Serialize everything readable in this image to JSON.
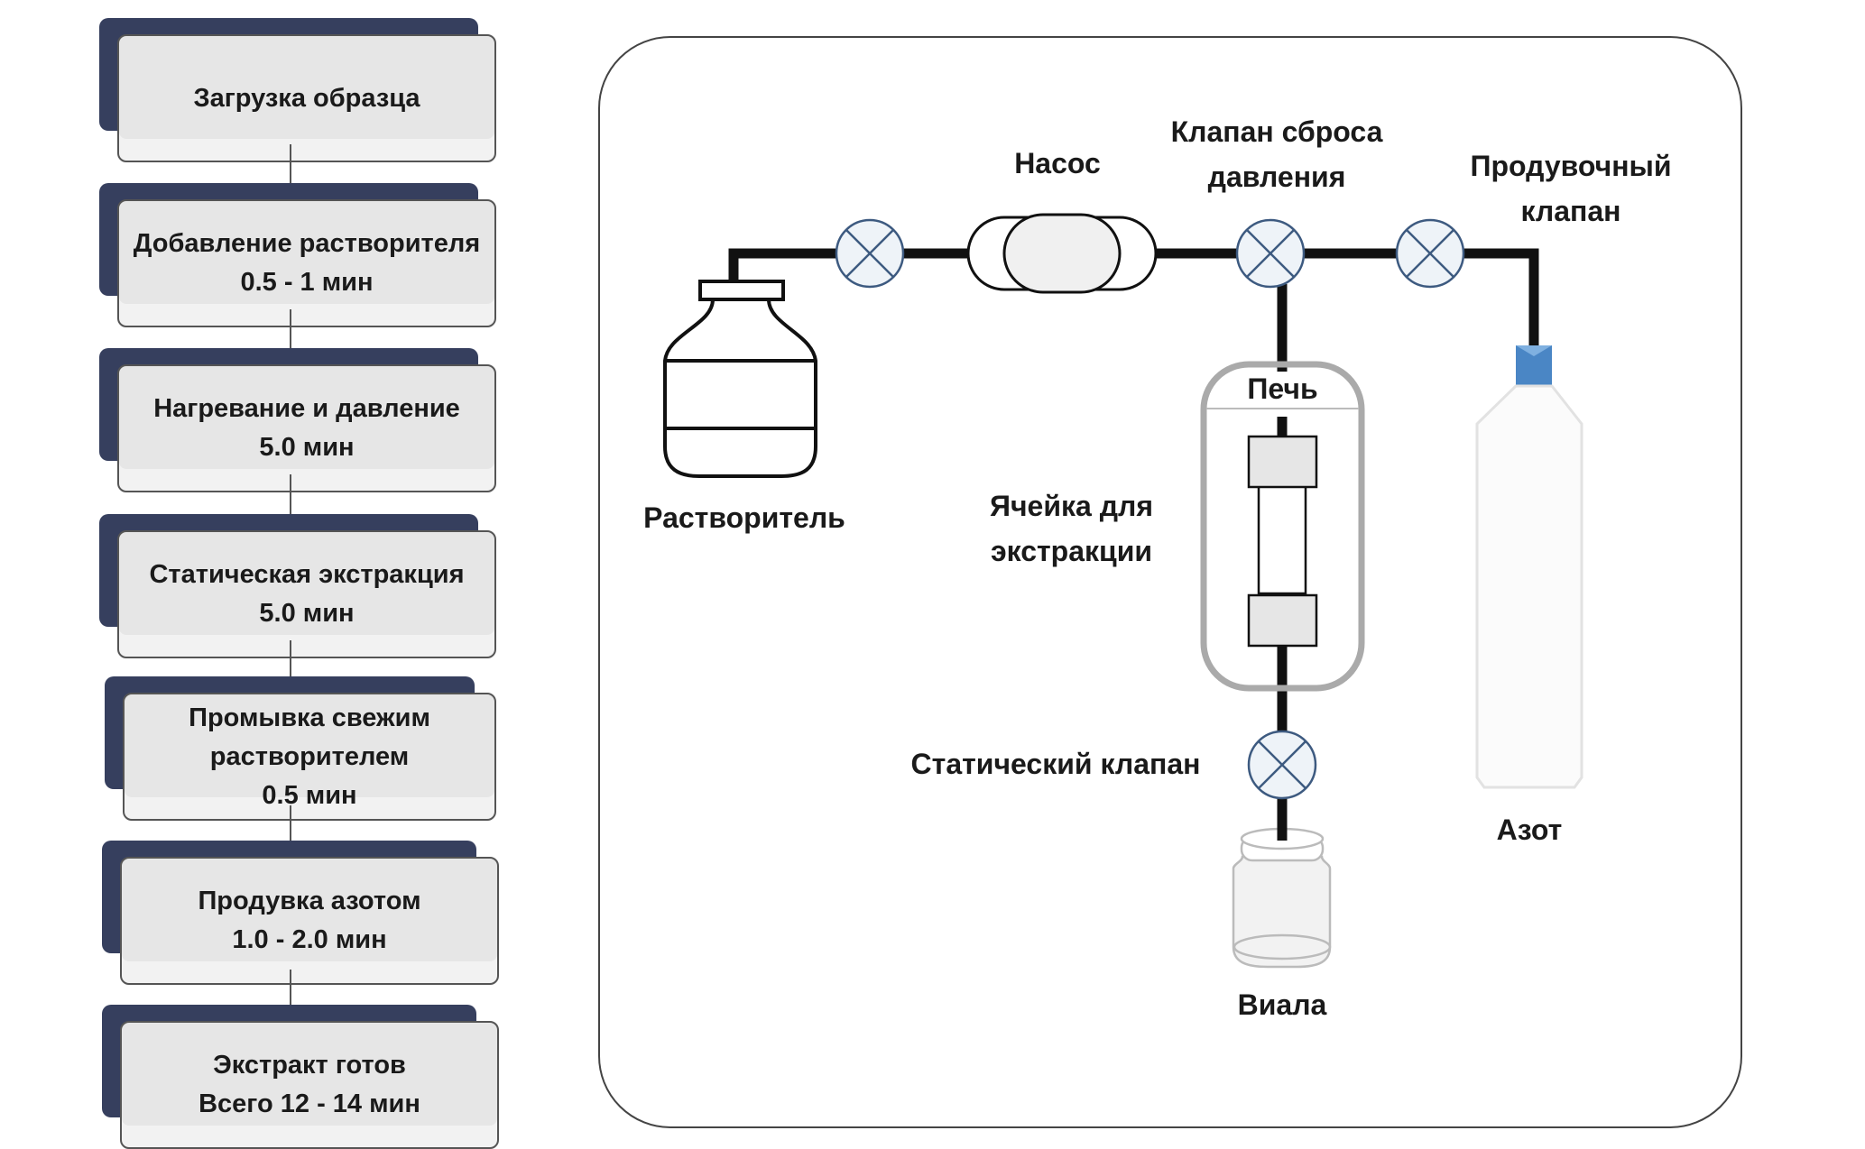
{
  "steps": [
    {
      "lines": [
        "Загрузка образца"
      ]
    },
    {
      "lines": [
        "Добавление растворителя",
        "0.5 - 1 мин"
      ]
    },
    {
      "lines": [
        "Нагревание и давление",
        "5.0 мин"
      ]
    },
    {
      "lines": [
        "Статическая экстракция",
        "5.0 мин"
      ]
    },
    {
      "lines": [
        "Промывка свежим",
        "растворителем",
        "0.5 мин"
      ]
    },
    {
      "lines": [
        "Продувка азотом",
        "1.0 - 2.0 мин"
      ]
    },
    {
      "lines": [
        "Экстракт готов",
        "Всего 12 - 14 мин"
      ]
    }
  ],
  "diagram": {
    "labels": {
      "pump": "Насос",
      "relief_valve_1": "Клапан сброса",
      "relief_valve_2": "давления",
      "purge_valve_1": "Продувочный",
      "purge_valve_2": "клапан",
      "solvent": "Растворитель",
      "oven": "Печь",
      "cell_1": "Ячейка для",
      "cell_2": "экстракции",
      "static_valve": "Статический клапан",
      "nitrogen": "Азот",
      "vial": "Виала"
    },
    "colors": {
      "step_back": "#363f5e",
      "step_front": "#e6e6e6",
      "valve_stroke": "#3d5a80",
      "nitrogen_nozzle": "#4a86c5",
      "oven_border": "#aaaaaa"
    }
  }
}
